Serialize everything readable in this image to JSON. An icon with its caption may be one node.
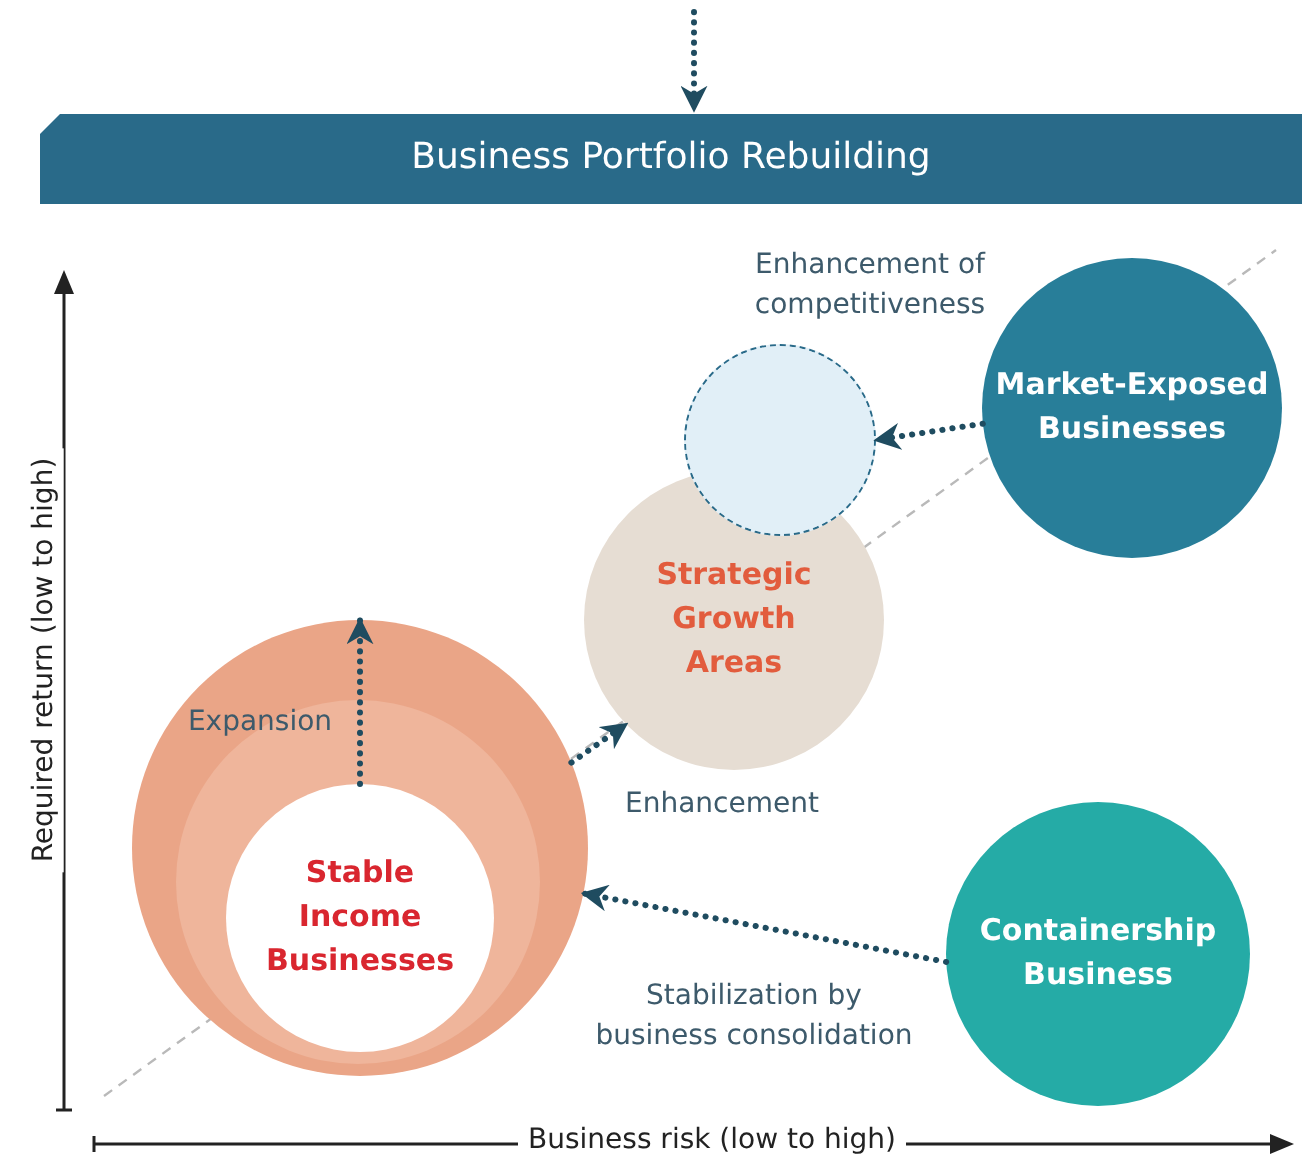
{
  "diagram": {
    "nodes": [
      {
        "text": [
          "Business Portfolio Rebuilding"
        ]
      },
      {
        "text": [],
        "shape": "circle"
      },
      {
        "text": [],
        "shape": "circle",
        "in": 1
      },
      {
        "text": [
          "Stable Income Businesses"
        ],
        "in": 2
      },
      {
        "text": [
          "Strategic Growth Areas"
        ]
      },
      {
        "text": [],
        "shape": "circle"
      },
      {
        "text": [
          "Market-Exposed Businesses"
        ]
      },
      {
        "text": [
          "Containership Business"
        ]
      }
    ],
    "edges": [
      {
        "from": null,
        "to": 0,
        "arrow": "to"
      },
      {
        "from": 6,
        "to": 5,
        "arrow": "to"
      },
      {
        "from": 3,
        "to": 1,
        "arrow": "to",
        "label": "Expansion"
      },
      {
        "from": 1,
        "to": 4,
        "arrow": "to",
        "label": "Enhancement"
      },
      {
        "from": 7,
        "to": 1,
        "arrow": "to",
        "label": "Stabilization by business consolidation"
      }
    ],
    "labels": [
      "Enhancement of competitiveness",
      "Required return (low to high)",
      "Business risk (low to high)"
    ]
  }
}
